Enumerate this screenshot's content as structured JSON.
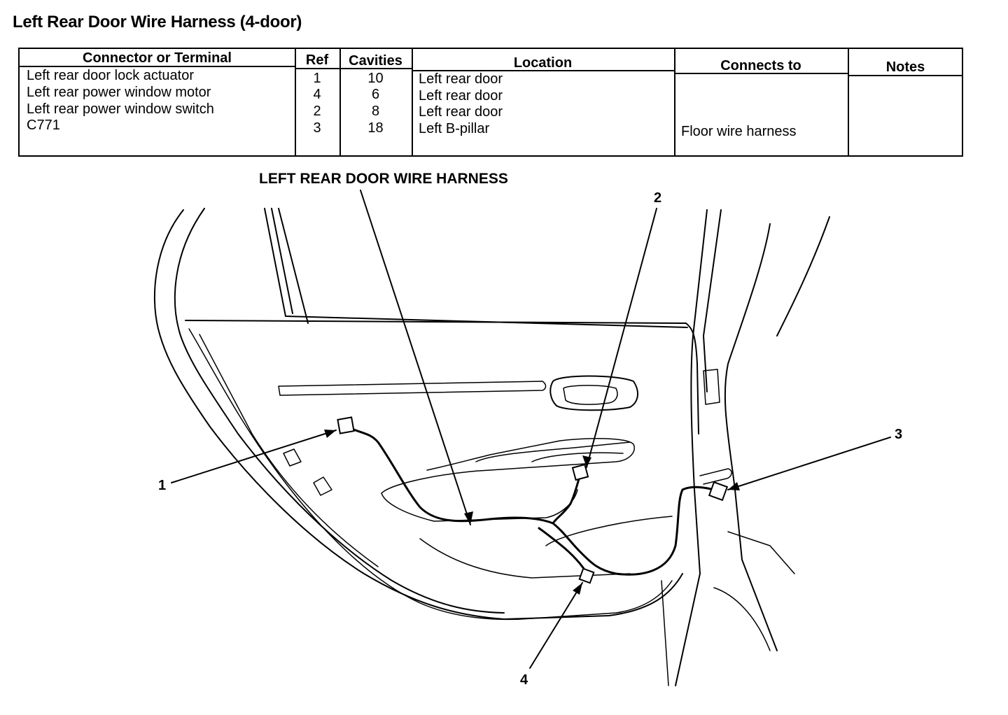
{
  "page_title": "Left Rear Door Wire Harness (4-door)",
  "table": {
    "headers": [
      "Connector or Terminal",
      "Ref",
      "Cavities",
      "Location",
      "Connects to",
      "Notes"
    ],
    "rows": [
      {
        "connector": "Left rear door lock actuator",
        "ref": "1",
        "cavities": "10",
        "location": "Left rear door",
        "connects_to": "",
        "notes": ""
      },
      {
        "connector": "Left rear power window motor",
        "ref": "4",
        "cavities": "6",
        "location": "Left rear door",
        "connects_to": "",
        "notes": ""
      },
      {
        "connector": "Left rear power window switch",
        "ref": "2",
        "cavities": "8",
        "location": "Left rear door",
        "connects_to": "",
        "notes": ""
      },
      {
        "connector": "C771",
        "ref": "3",
        "cavities": "18",
        "location": "Left B-pillar",
        "connects_to": "Floor wire harness",
        "notes": ""
      }
    ]
  },
  "diagram": {
    "title": "LEFT REAR DOOR WIRE HARNESS",
    "callouts": [
      "1",
      "2",
      "3",
      "4"
    ]
  }
}
